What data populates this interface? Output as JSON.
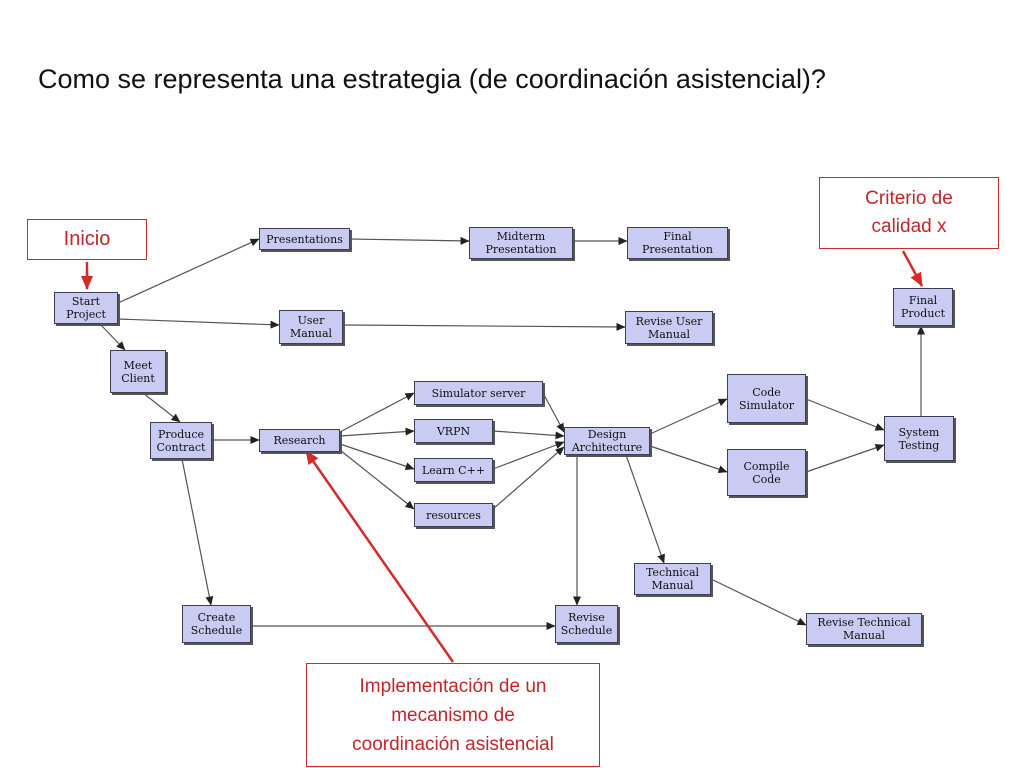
{
  "title": "Como se representa una estrategia (de coordinación asistencial)?",
  "callouts": {
    "inicio": "Inicio",
    "criterio": "Criterio de\ncalidad x",
    "implementacion": "Implementación de un\nmecanismo de\ncoordinación asistencial"
  },
  "nodes": {
    "start_project": "Start\nProject",
    "presentations": "Presentations",
    "midterm_presentation": "Midterm\nPresentation",
    "final_presentation": "Final\nPresentation",
    "user_manual": "User\nManual",
    "revise_user_manual": "Revise User\nManual",
    "meet_client": "Meet\nClient",
    "produce_contract": "Produce\nContract",
    "research": "Research",
    "simulator_server": "Simulator server",
    "vrpn": "VRPN",
    "learn_cpp": "Learn C++",
    "resources": "resources",
    "design_architecture": "Design\nArchitecture",
    "code_simulator": "Code\nSimulator",
    "compile_code": "Compile\nCode",
    "system_testing": "System\nTesting",
    "final_product": "Final\nProduct",
    "technical_manual": "Technical\nManual",
    "revise_technical_manual": "Revise Technical\nManual",
    "create_schedule": "Create\nSchedule",
    "revise_schedule": "Revise\nSchedule"
  },
  "colors": {
    "node_fill": "#c9cbf2",
    "node_border": "#3c3f52",
    "arrow": "#555555",
    "callout_red": "#cc2b2b"
  }
}
